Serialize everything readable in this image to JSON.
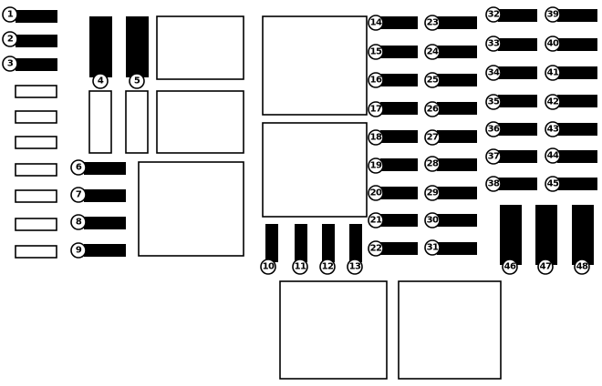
{
  "colors": {
    "fuse": "#000000",
    "outline": "#000000",
    "background": "#ffffff"
  },
  "fuses": [
    {
      "label": "1"
    },
    {
      "label": "2"
    },
    {
      "label": "3"
    },
    {
      "label": "4"
    },
    {
      "label": "5"
    },
    {
      "label": "6"
    },
    {
      "label": "7"
    },
    {
      "label": "8"
    },
    {
      "label": "9"
    },
    {
      "label": "10"
    },
    {
      "label": "11"
    },
    {
      "label": "12"
    },
    {
      "label": "13"
    },
    {
      "label": "14"
    },
    {
      "label": "15"
    },
    {
      "label": "16"
    },
    {
      "label": "17"
    },
    {
      "label": "18"
    },
    {
      "label": "19"
    },
    {
      "label": "20"
    },
    {
      "label": "21"
    },
    {
      "label": "22"
    },
    {
      "label": "23"
    },
    {
      "label": "24"
    },
    {
      "label": "25"
    },
    {
      "label": "26"
    },
    {
      "label": "27"
    },
    {
      "label": "28"
    },
    {
      "label": "29"
    },
    {
      "label": "30"
    },
    {
      "label": "31"
    },
    {
      "label": "32"
    },
    {
      "label": "33"
    },
    {
      "label": "34"
    },
    {
      "label": "35"
    },
    {
      "label": "36"
    },
    {
      "label": "37"
    },
    {
      "label": "38"
    },
    {
      "label": "39"
    },
    {
      "label": "40"
    },
    {
      "label": "41"
    },
    {
      "label": "42"
    },
    {
      "label": "43"
    },
    {
      "label": "44"
    },
    {
      "label": "45"
    },
    {
      "label": "46"
    },
    {
      "label": "47"
    },
    {
      "label": "48"
    }
  ]
}
